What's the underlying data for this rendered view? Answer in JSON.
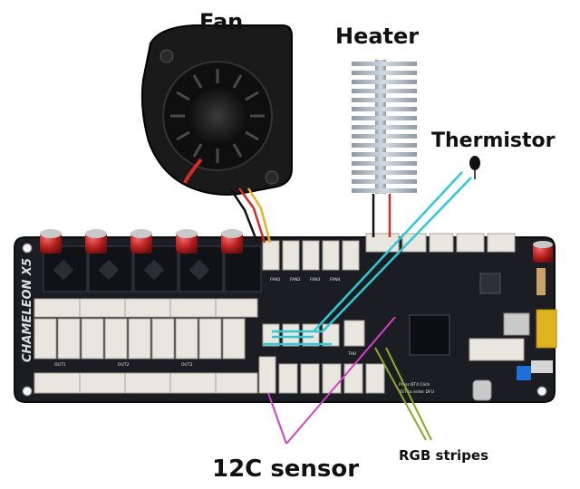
{
  "labels": {
    "fan": "Fan",
    "heater": "Heater",
    "thermistor": "Thermistor",
    "i2c_sensor": "12C sensor",
    "rgb_stripes": "RGB stripes"
  },
  "board": {
    "brand": "CHAMELEON X5",
    "boot_hint_1": "Press BT4 Click",
    "boot_hint_2": "RST to enter DFU",
    "port_1": "FAN1",
    "port_2": "FAN2",
    "port_3": "FAN3",
    "port_4": "FAN4",
    "sensor_port": "TH0",
    "out_1": "OUT1",
    "out_2": "OUT2",
    "out_3": "OUT3"
  },
  "colors": {
    "board": "#1b1d22",
    "connector": "#e9e6e0",
    "fan_body": "#1a1a1a",
    "heater_fins": "#a9b4c0",
    "thermistor_line": "#2ec9d6",
    "i2c_line": "#d63fc6",
    "rgb_line": "#8ea62a",
    "wire_red": "#d42a2a",
    "wire_yellow": "#e6b420",
    "wire_black": "#111111"
  }
}
